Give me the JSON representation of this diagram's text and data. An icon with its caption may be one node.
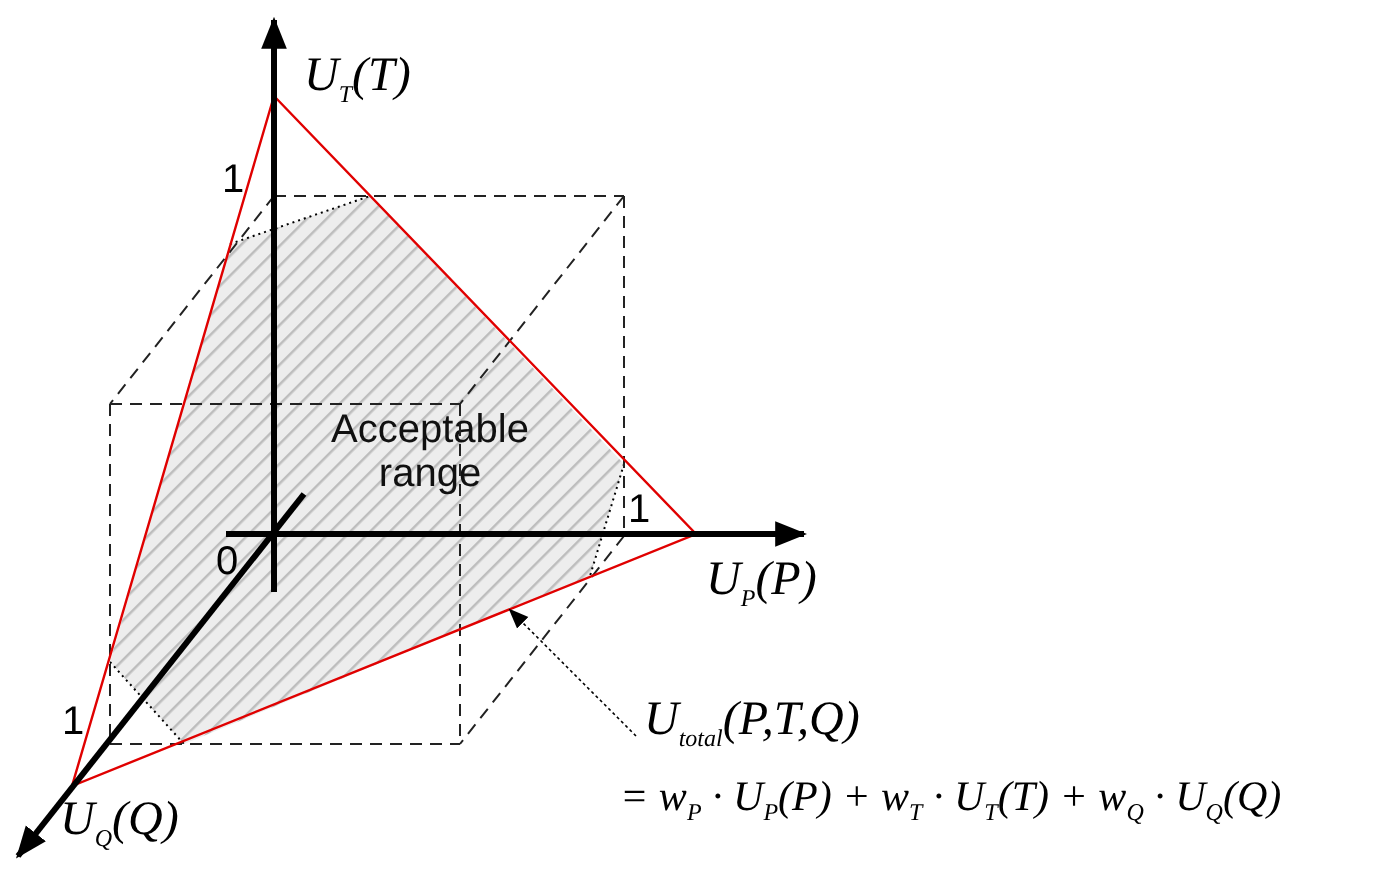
{
  "diagram": {
    "nodes": [
      {
        "text": [
          "U$_{total}$(P,T,Q)",
          "= w$_{P}$ · U$_{P}$(P) + w$_{T}$ · U$_{T}$(T) + w$_{Q}$ · U$_{Q}$(Q)"
        ]
      },
      {
        "text": [
          "Acceptable range"
        ]
      }
    ],
    "edges": [
      {
        "from": 0,
        "to": 1,
        "arrow": "to"
      }
    ],
    "labels": [
      "U$_{T}$(T)",
      "1",
      "0",
      "1",
      "U$_{P}$(P)",
      "1",
      "U$_{Q}$(Q)"
    ]
  }
}
